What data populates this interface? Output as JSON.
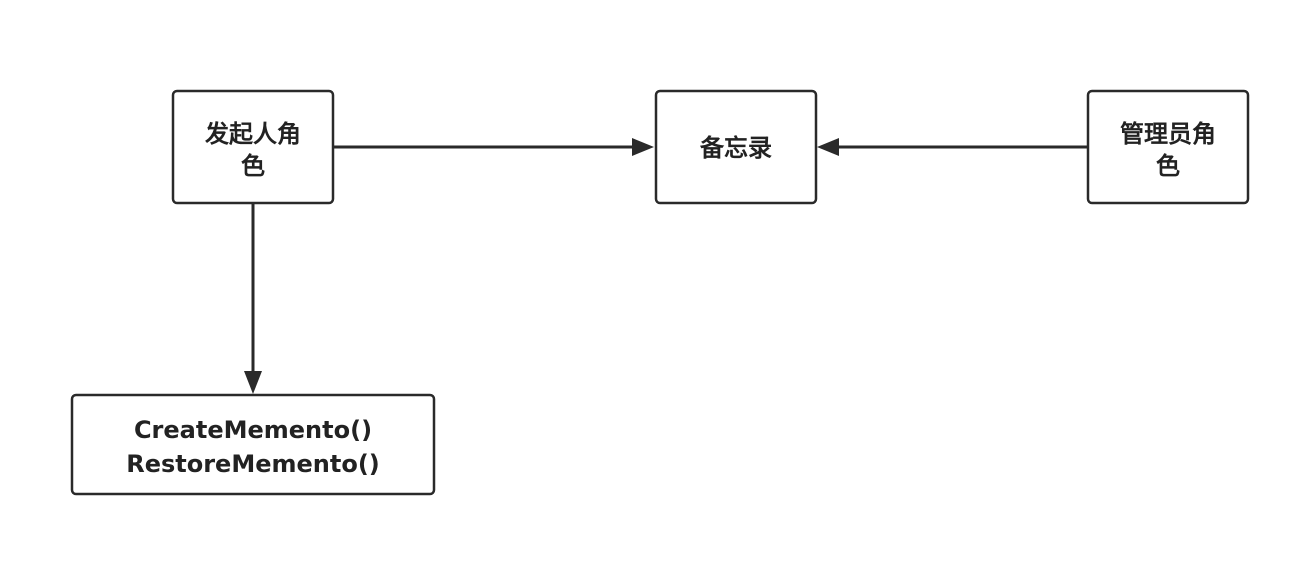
{
  "diagram": {
    "type": "flow",
    "nodes": {
      "originator": {
        "lines": [
          "发起人角",
          "色"
        ]
      },
      "memento": {
        "lines": [
          "备忘录"
        ]
      },
      "caretaker": {
        "lines": [
          "管理员角",
          "色"
        ]
      },
      "methods": {
        "lines": [
          "CreateMemento()",
          "RestoreMemento()"
        ]
      }
    },
    "edges": [
      {
        "from": "originator",
        "to": "memento"
      },
      {
        "from": "caretaker",
        "to": "memento"
      },
      {
        "from": "originator",
        "to": "methods"
      }
    ],
    "colors": {
      "line": "#2a2a2a",
      "text": "#222222",
      "box_fill": "#ffffff",
      "background": "#ffffff"
    }
  }
}
